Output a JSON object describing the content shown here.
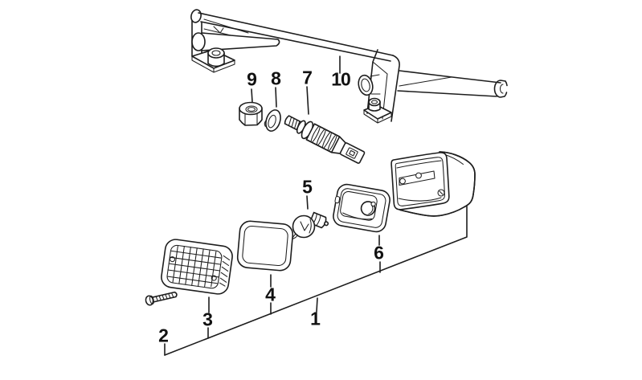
{
  "diagram": {
    "kind": "exploded-parts-line-drawing",
    "background_color": "#ffffff",
    "line_color": "#1d1d1d",
    "label_color": "#111111",
    "callouts": [
      {
        "label": "1"
      },
      {
        "label": "2"
      },
      {
        "label": "3"
      },
      {
        "label": "4"
      },
      {
        "label": "5"
      },
      {
        "label": "6"
      },
      {
        "label": "7"
      },
      {
        "label": "8"
      },
      {
        "label": "9"
      },
      {
        "label": "10"
      }
    ]
  }
}
